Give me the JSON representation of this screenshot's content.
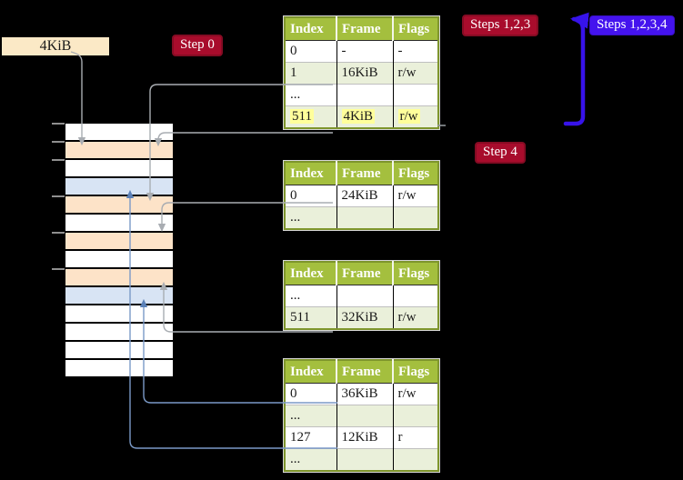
{
  "labels": {
    "frame_box": "4KiB",
    "step0": "Step 0",
    "steps123": "Steps 1,2,3",
    "steps1234": "Steps 1,2,3,4",
    "step4": "Step 4"
  },
  "tables": [
    {
      "name": "page-table-top",
      "headers": [
        "Index",
        "Frame",
        "Flags"
      ],
      "rows": [
        [
          "0",
          "-",
          "-"
        ],
        [
          "1",
          "16KiB",
          "r/w"
        ],
        [
          "...",
          "",
          ""
        ],
        [
          "511",
          "4KiB",
          "r/w"
        ]
      ],
      "highlighted_row": "511"
    },
    {
      "name": "page-table-second",
      "headers": [
        "Index",
        "Frame",
        "Flags"
      ],
      "rows": [
        [
          "0",
          "24KiB",
          "r/w"
        ],
        [
          "...",
          "",
          ""
        ]
      ]
    },
    {
      "name": "page-table-third",
      "headers": [
        "Index",
        "Frame",
        "Flags"
      ],
      "rows": [
        [
          "...",
          "",
          ""
        ],
        [
          "511",
          "32KiB",
          "r/w"
        ]
      ]
    },
    {
      "name": "page-table-bottom",
      "headers": [
        "Index",
        "Frame",
        "Flags"
      ],
      "rows": [
        [
          "0",
          "36KiB",
          "r/w"
        ],
        [
          "...",
          "",
          ""
        ],
        [
          "127",
          "12KiB",
          "r"
        ],
        [
          "...",
          "",
          ""
        ]
      ]
    }
  ],
  "memory_column": {
    "cells": [
      "white",
      "orange",
      "white",
      "blue",
      "orange",
      "white",
      "orange",
      "white",
      "orange",
      "blue",
      "white",
      "white",
      "white",
      "white"
    ],
    "cell_top_start": 136,
    "cell_pitch": 20
  },
  "colors": {
    "background": "#000000",
    "table_header_green": "#a4bf3e",
    "table_border_olive": "#7e952c",
    "table_row_green": "#eaf0da",
    "highlight_yellow": "#ffff9b",
    "memory_cell_orange": "#fde3c8",
    "memory_cell_blue": "#d8e4f4",
    "frame_box_cream": "#fbe9c6",
    "label_red": "#a80c2c",
    "label_blue": "#4413ee",
    "big_arrow_blue": "#3713ea",
    "connector_gray": "#a9adb2",
    "connector_steel_blue": "#7a99c7"
  }
}
